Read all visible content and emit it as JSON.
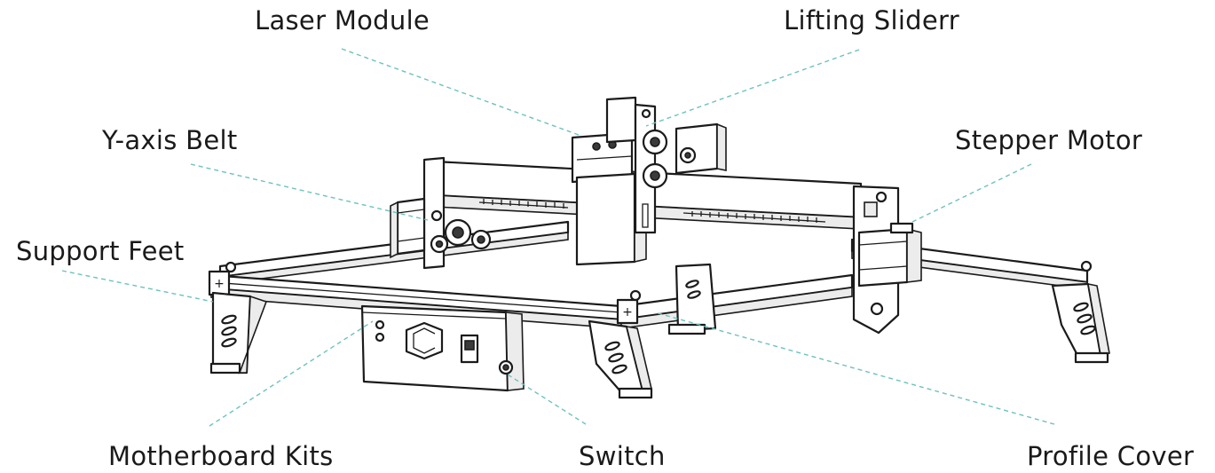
{
  "labels": {
    "laser_module": "Laser Module",
    "lifting_slider": "Lifting Sliderr",
    "y_axis_belt": "Y-axis Belt",
    "stepper_motor": "Stepper Motor",
    "support_feet": "Support Feet",
    "motherboard_kits": "Motherboard Kits",
    "switch": "Switch",
    "profile_cover": "Profile Cover"
  },
  "colors": {
    "leader_line": "#6cc2bd",
    "ink": "#1b1b1b",
    "text": "#1a1a1a"
  }
}
